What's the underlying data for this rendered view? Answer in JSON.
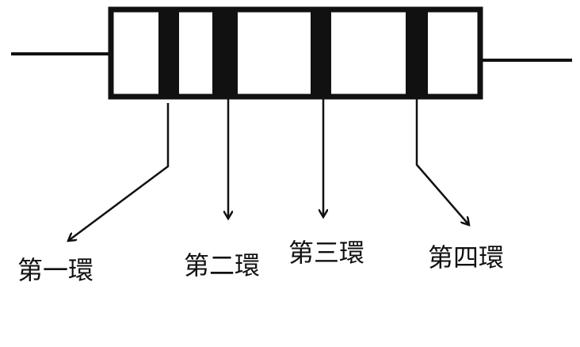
{
  "diagram": {
    "type": "resistor-color-bands",
    "colors": {
      "ink": "#111111",
      "band": "#111111",
      "body_fill": "#ffffff",
      "background": "#ffffff"
    },
    "bands": [
      {
        "label": "第一環"
      },
      {
        "label": "第二環"
      },
      {
        "label": "第三環"
      },
      {
        "label": "第四環"
      }
    ]
  }
}
